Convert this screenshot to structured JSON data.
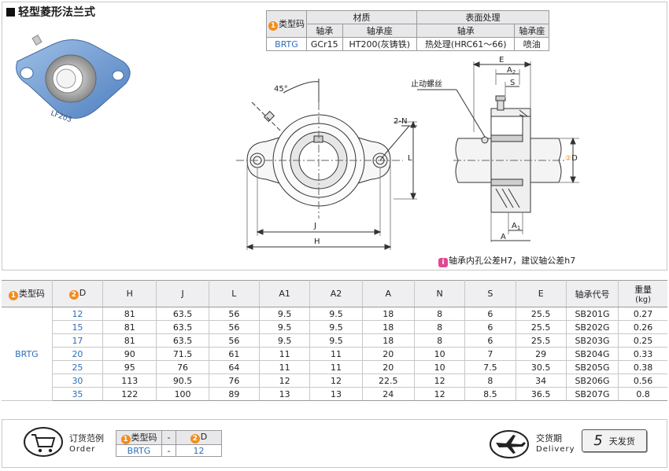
{
  "title": "轻型菱形法兰式",
  "material_table": {
    "type_header": "类型码",
    "material_header": "材质",
    "surface_header": "表面处理",
    "sub_headers": [
      "轴承",
      "轴承座",
      "轴承",
      "轴承座"
    ],
    "row": {
      "type": "BRTG",
      "bearing_material": "GCr15",
      "seat_material": "HT200(灰铸铁)",
      "bearing_surface": "热处理(HRC61～66)",
      "seat_surface": "喷油"
    }
  },
  "drawing_labels": {
    "angle": "45°",
    "holes": "2-N",
    "L": "L",
    "J": "J",
    "H": "H",
    "set_screw": "止动螺丝",
    "E": "E",
    "A2": "A",
    "A2_sub": "2",
    "S": "S",
    "D": "D",
    "A1": "A",
    "A1_sub": "1",
    "A": "A"
  },
  "note": "轴承内孔公差H7，建议轴公差h7",
  "main_table": {
    "headers": [
      "类型码",
      "D",
      "H",
      "J",
      "L",
      "A1",
      "A2",
      "A",
      "N",
      "S",
      "E",
      "轴承代号",
      "重量"
    ],
    "weight_unit": "(kg)",
    "type": "BRTG",
    "rows": [
      [
        "12",
        "81",
        "63.5",
        "56",
        "9.5",
        "9.5",
        "18",
        "8",
        "6",
        "25.5",
        "SB201G",
        "0.27"
      ],
      [
        "15",
        "81",
        "63.5",
        "56",
        "9.5",
        "9.5",
        "18",
        "8",
        "6",
        "25.5",
        "SB202G",
        "0.26"
      ],
      [
        "17",
        "81",
        "63.5",
        "56",
        "9.5",
        "9.5",
        "18",
        "8",
        "6",
        "25.5",
        "SB203G",
        "0.25"
      ],
      [
        "20",
        "90",
        "71.5",
        "61",
        "11",
        "11",
        "20",
        "10",
        "7",
        "29",
        "SB204G",
        "0.33"
      ],
      [
        "25",
        "95",
        "76",
        "64",
        "11",
        "11",
        "20",
        "10",
        "7.5",
        "30.5",
        "SB205G",
        "0.38"
      ],
      [
        "30",
        "113",
        "90.5",
        "76",
        "12",
        "12",
        "22.5",
        "12",
        "8",
        "34",
        "SB206G",
        "0.56"
      ],
      [
        "35",
        "122",
        "100",
        "89",
        "13",
        "13",
        "24",
        "12",
        "8.5",
        "36.5",
        "SB207G",
        "0.8"
      ]
    ]
  },
  "order": {
    "label_cn": "订货范例",
    "label_en": "Order",
    "col_type": "类型码",
    "dash": "-",
    "col_d": "D",
    "val_type": "BRTG",
    "val_d": "12"
  },
  "delivery": {
    "label_cn": "交货期",
    "label_en": "Delivery",
    "days": "5",
    "days_text": "天发货"
  },
  "colors": {
    "accent_orange": "#f28c1d",
    "note_pink": "#e04890",
    "value_blue": "#2e6fba"
  }
}
